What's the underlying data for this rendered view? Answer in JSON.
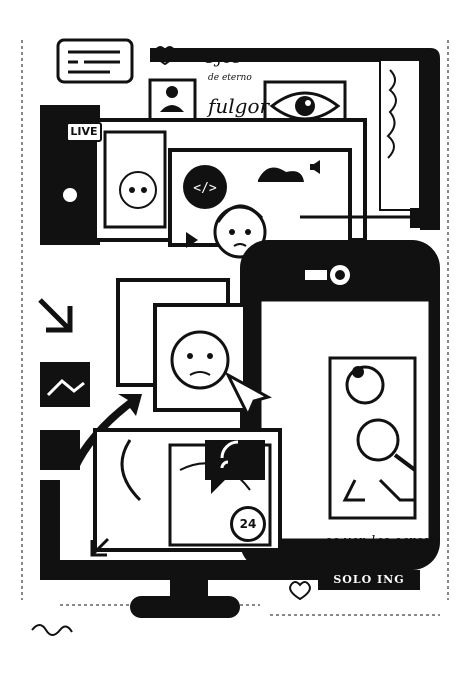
{
  "texts": {
    "ojos": "Ojos",
    "de_eterno": "de eterno",
    "fulgor": "fulgor",
    "se_ven": "se ven las caras",
    "solo": "SOLO ING",
    "live": "LIVE",
    "badge_24": "24"
  },
  "colors": {
    "ink": "#111111",
    "paper": "#ffffff"
  },
  "icons": [
    "chat-bubble-icon",
    "user-video-icon",
    "eye-icon",
    "code-icon",
    "cloud-icon",
    "mute-icon",
    "play-icon",
    "wifi-speech-icon",
    "cursor-icon",
    "arrow-icon",
    "heart-icon"
  ]
}
